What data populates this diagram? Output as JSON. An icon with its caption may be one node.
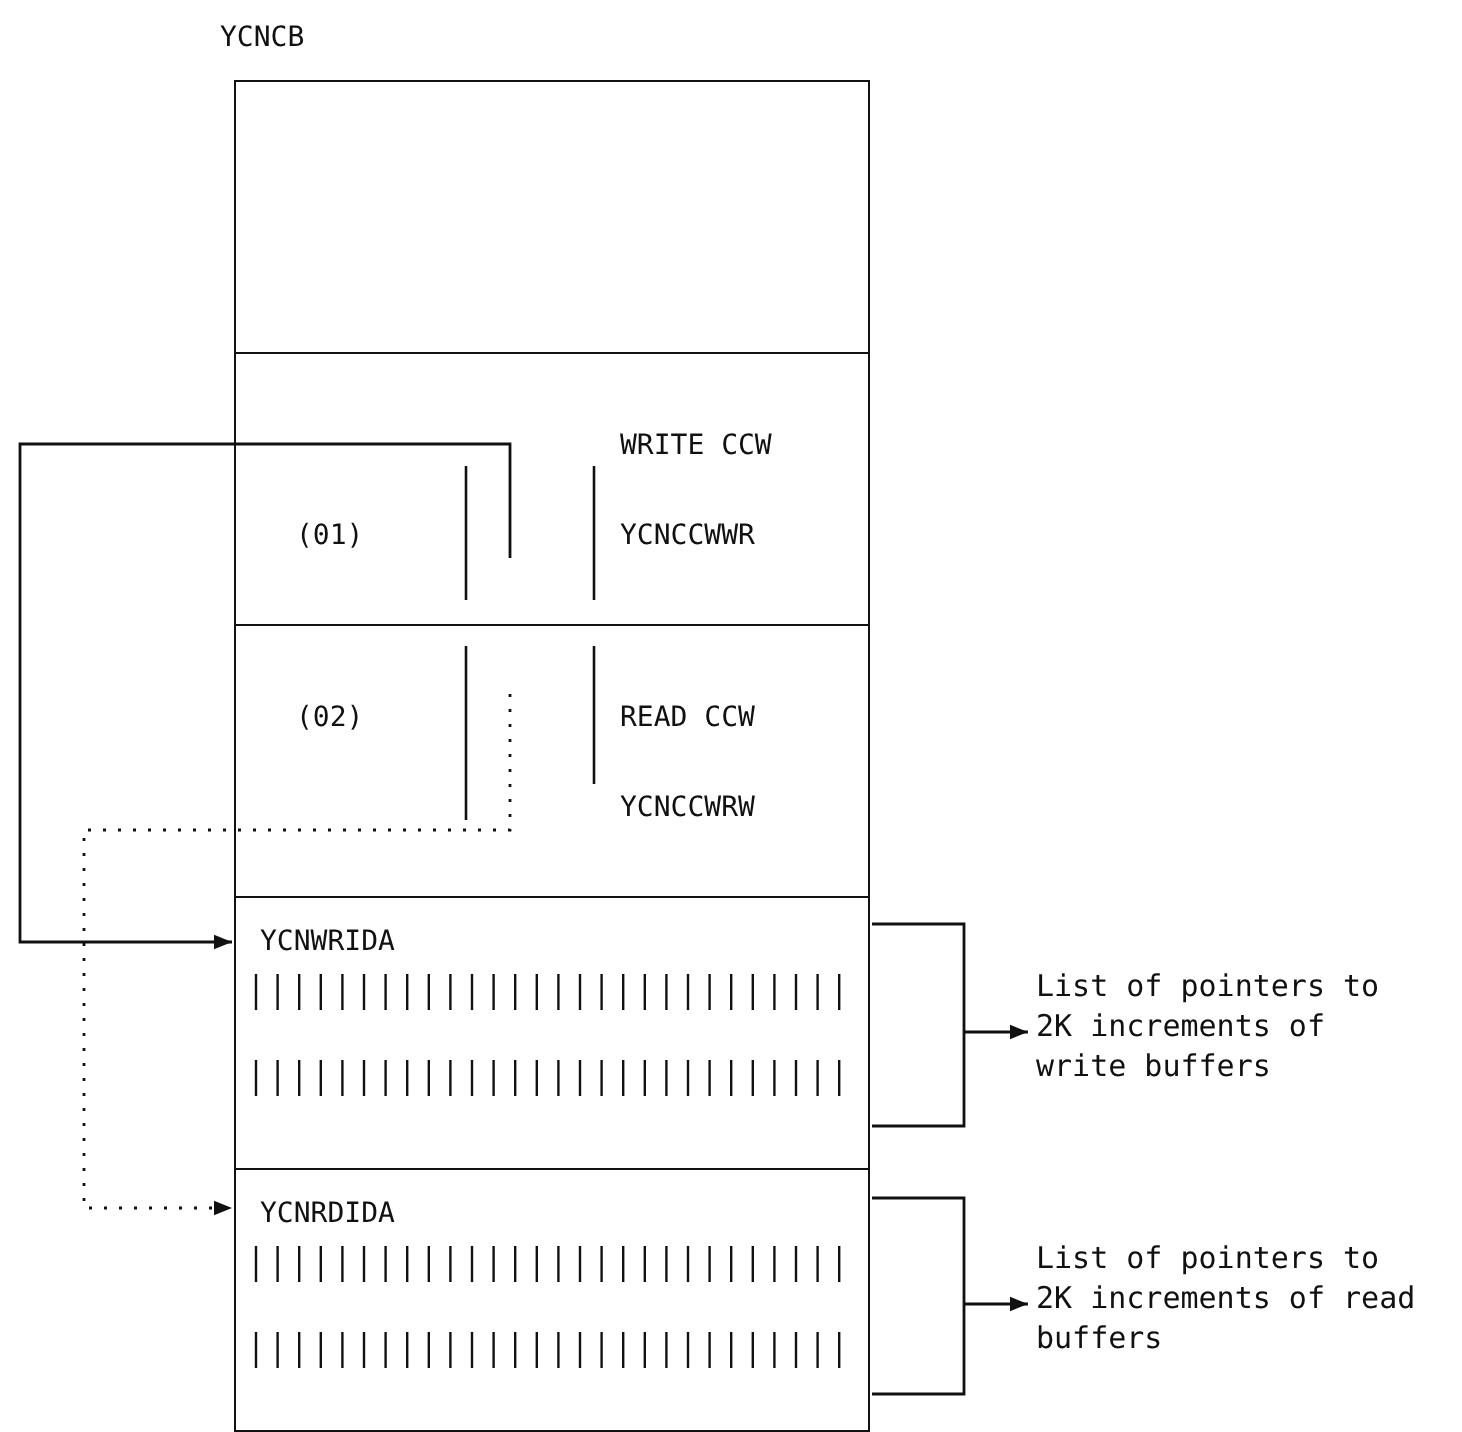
{
  "diagram": {
    "nodes": [
      {
        "text": [
          "YCNCB"
        ]
      },
      {
        "text": [],
        "shape": "box",
        "in": 0
      },
      {
        "text": [
          "(01)",
          "WRITE CCW",
          "YCNCCWWR"
        ],
        "in": 0
      },
      {
        "text": [
          "(02)",
          "READ CCW",
          "YCNCCWRW"
        ],
        "in": 0
      },
      {
        "text": [
          "YCNWRIDA"
        ],
        "in": 0
      },
      {
        "text": [
          "YCNRDIDA"
        ],
        "in": 0
      },
      {
        "text": [
          "List of pointers to 2K increments of write buffers"
        ]
      },
      {
        "text": [
          "List of pointers to 2K increments of read buffers"
        ]
      }
    ],
    "edges": [
      {
        "from": 2,
        "to": 4,
        "arrow": "to"
      },
      {
        "from": 3,
        "to": 5,
        "arrow": "to",
        "style": "dashed"
      },
      {
        "from": 4,
        "to": 6,
        "arrow": "to"
      },
      {
        "from": 5,
        "to": 7,
        "arrow": "to"
      }
    ]
  }
}
